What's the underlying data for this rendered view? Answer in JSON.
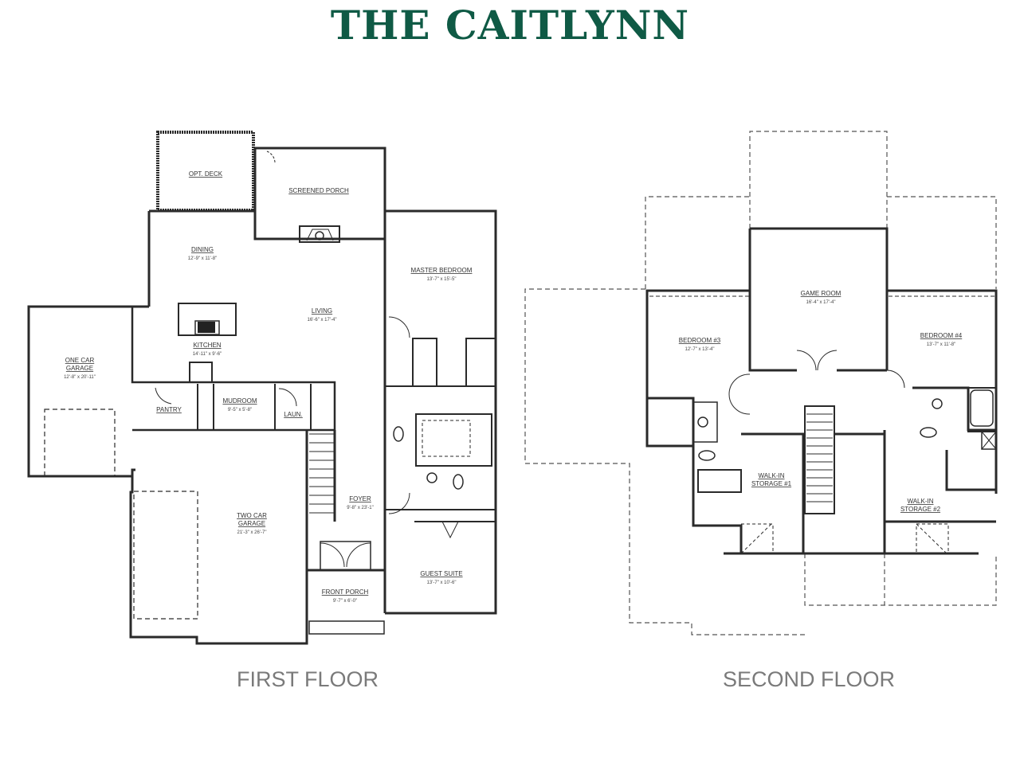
{
  "title": "THE CAITLYNN",
  "colors": {
    "title": "#0f5a45",
    "floor_label": "#7a7a7a",
    "wall": "#2a2a2a"
  },
  "first_floor": {
    "label": "FIRST FLOOR",
    "rooms": [
      {
        "name": "OPT. DECK",
        "dim": ""
      },
      {
        "name": "SCREENED PORCH",
        "dim": ""
      },
      {
        "name": "DINING",
        "dim": "12'-9\" x 11'-8\""
      },
      {
        "name": "LIVING",
        "dim": "16'-6\" x 17'-4\""
      },
      {
        "name": "MASTER BEDROOM",
        "dim": "13'-7\" x 15'-5\""
      },
      {
        "name": "KITCHEN",
        "dim": "14'-11\" x 9'-6\""
      },
      {
        "name": "ONE CAR",
        "name2": "GARAGE",
        "dim": "12'-8\" x 20'-11\""
      },
      {
        "name": "PANTRY",
        "dim": ""
      },
      {
        "name": "MUDROOM",
        "dim": "9'-5\" x 5'-8\""
      },
      {
        "name": "LAUN.",
        "dim": ""
      },
      {
        "name": "FOYER",
        "dim": "9'-8\" x 23'-1\""
      },
      {
        "name": "TWO CAR",
        "name2": "GARAGE",
        "dim": "21'-3\" x 26'-7\""
      },
      {
        "name": "FRONT PORCH",
        "dim": "9'-7\" x 6'-0\""
      },
      {
        "name": "GUEST SUITE",
        "dim": "13'-7\" x 10'-6\""
      }
    ]
  },
  "second_floor": {
    "label": "SECOND FLOOR",
    "rooms": [
      {
        "name": "GAME ROOM",
        "dim": "16'-4\" x 17'-4\""
      },
      {
        "name": "BEDROOM #3",
        "dim": "12'-7\" x 13'-4\""
      },
      {
        "name": "BEDROOM #4",
        "dim": "13'-7\" x 11'-8\""
      },
      {
        "name": "WALK-IN",
        "name2": "STORAGE #1",
        "dim": ""
      },
      {
        "name": "WALK-IN",
        "name2": "STORAGE #2",
        "dim": ""
      }
    ]
  }
}
